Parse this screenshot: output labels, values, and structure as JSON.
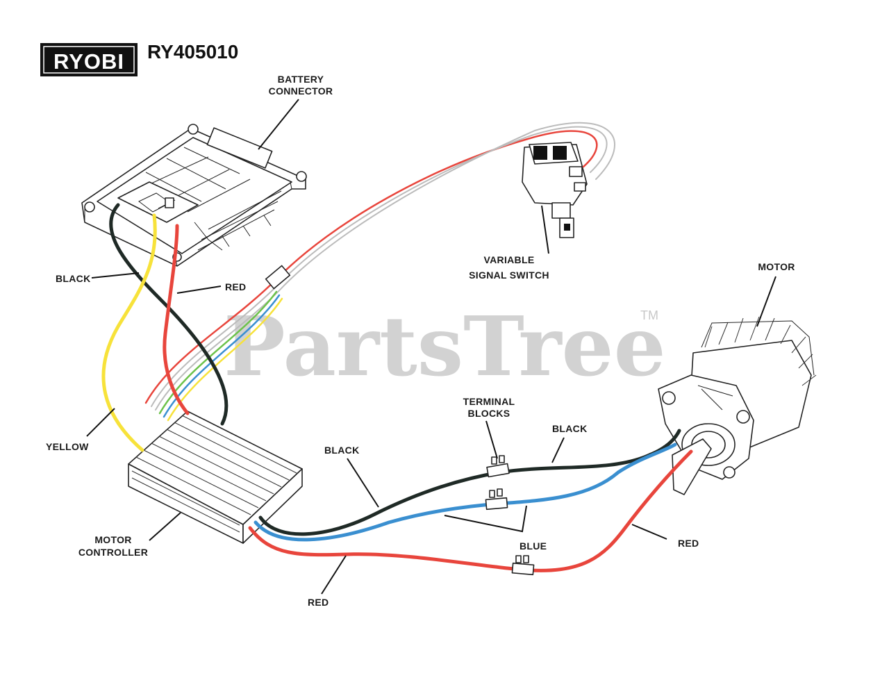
{
  "header": {
    "brand_logo_text": "RYOBI",
    "model_number": "RY405010"
  },
  "watermark": {
    "text": "PartsTree",
    "trademark": "TM"
  },
  "colors": {
    "wire_black": "#1f2a26",
    "wire_red": "#e8453c",
    "wire_blue": "#3a8fd0",
    "wire_yellow": "#f7e23a",
    "wire_green": "#6cc24a",
    "watermark": "#c8c8c8"
  },
  "components": {
    "battery_connector": [
      "BATTERY",
      "CONNECTOR"
    ],
    "variable_signal_switch": [
      "VARIABLE",
      "SIGNAL SWITCH"
    ],
    "motor": "MOTOR",
    "motor_controller": [
      "MOTOR",
      "CONTROLLER"
    ],
    "terminal_blocks": [
      "TERMINAL",
      "BLOCKS"
    ]
  },
  "wire_labels": {
    "black_top": "BLACK",
    "red_top": "RED",
    "yellow": "YELLOW",
    "black_left": "BLACK",
    "black_right": "BLACK",
    "blue": "BLUE",
    "red_right": "RED",
    "red_bottom": "RED"
  }
}
